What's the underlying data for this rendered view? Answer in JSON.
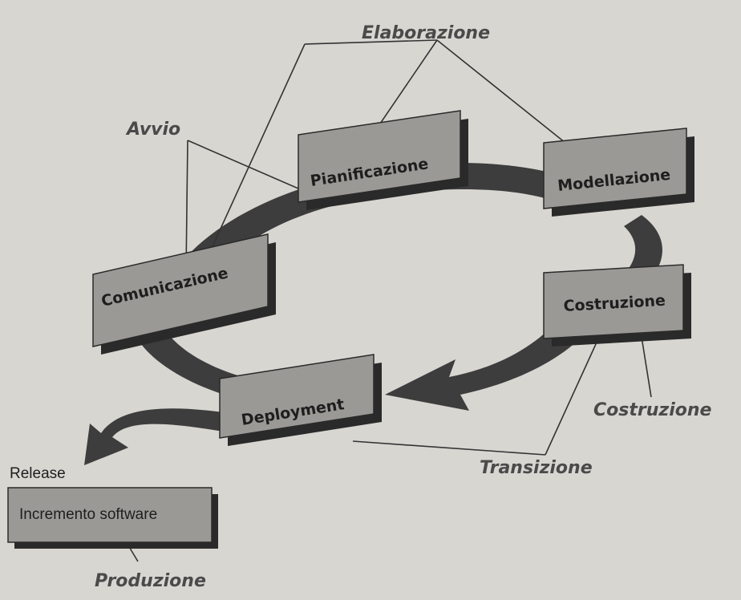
{
  "phases": {
    "comunicazione": "Comunicazione",
    "pianificazione": "Pianificazione",
    "modellazione": "Modellazione",
    "costruzione": "Costruzione",
    "deployment": "Deployment"
  },
  "workflows": {
    "avvio": "Avvio",
    "elaborazione": "Elaborazione",
    "costruzione": "Costruzione",
    "transizione": "Transizione",
    "produzione": "Produzione"
  },
  "release": {
    "label": "Release",
    "increment": "Incremento software"
  },
  "colors": {
    "box_fill": "#9b9996",
    "box_shadow": "#2a2a2a",
    "arrow": "#3d3d3d",
    "background": "#d8d6d1"
  }
}
